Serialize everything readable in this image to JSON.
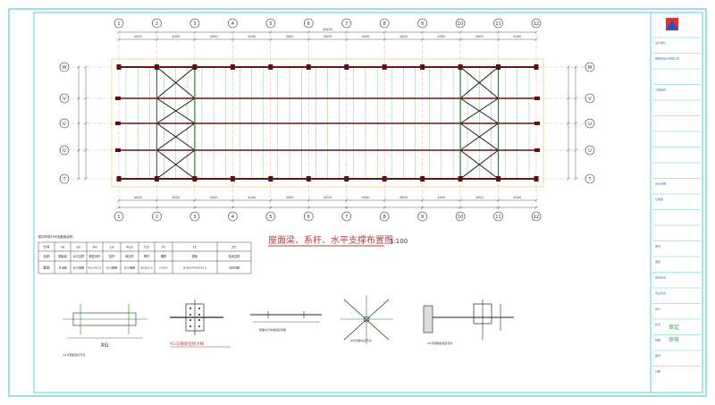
{
  "drawing": {
    "title": "屋面梁、系杆、水平支撑布置图",
    "scale": "1:100",
    "grid_cols": [
      "1",
      "2",
      "3",
      "4",
      "5",
      "6",
      "7",
      "8",
      "9",
      "10",
      "11",
      "12"
    ],
    "grid_rows": [
      "W",
      "V",
      "U",
      "T"
    ],
    "dim_top_total": "44400",
    "dim_span": "4000"
  },
  "legend": {
    "caption": "图中构件代号及截面说明",
    "row_labels": [
      "代号",
      "名称",
      "截面"
    ],
    "columns": [
      {
        "code": "GJ",
        "name": "刚架梁",
        "section": "见详图"
      },
      {
        "code": "SC",
        "name": "水平支撑",
        "section": "Φ20圆钢"
      },
      {
        "code": "XG",
        "name": "刚性系杆",
        "section": "Φ114X3.0"
      },
      {
        "code": "LG",
        "name": "拉杆",
        "section": "Φ12圆钢"
      },
      {
        "code": "XLG",
        "name": "斜拉杆",
        "section": "Φ12圆钢"
      },
      {
        "code": "CG",
        "name": "撑杆",
        "section": "Φ32X2.0"
      },
      {
        "code": "YC",
        "name": "隅撑",
        "section": "L50X5"
      },
      {
        "code": "LT",
        "name": "檩条",
        "section": "Z180X70X20X2.5"
      },
      {
        "code": "ZC",
        "name": "柱间支撑",
        "section": "见柱详图"
      }
    ]
  },
  "details": [
    {
      "label": "XG",
      "caption": "XG与钢梁连接节点"
    },
    {
      "label": "XG与钢梁连接大样",
      "caption": ""
    },
    {
      "label": "",
      "caption": "屋面水平支撑连接详图"
    },
    {
      "label": "",
      "caption": "水平支撑交叉节点"
    },
    {
      "label": "",
      "caption": "XG与钢架梁连接节点"
    }
  ],
  "title_block": {
    "logo": "logo-icon",
    "lines": [
      "设计单位",
      "钢结构设计有限公司",
      "",
      "工程名称",
      "",
      "",
      "",
      "",
      "",
      "设计说明",
      "注册章",
      "",
      "",
      "审定",
      "审核",
      "项目负责",
      "专业负责",
      "设计",
      "校对",
      "制图",
      "图号",
      "日期"
    ],
    "stamps": [
      "审定",
      "审核"
    ]
  },
  "colors": {
    "frame": "#2fc4c4",
    "grid": "#d8b0a8",
    "beam": "#6a1414",
    "brace": "#111111",
    "green": "#1a8a1a",
    "column": "#5a1010",
    "title": "#b04040",
    "dim": "#333333"
  }
}
